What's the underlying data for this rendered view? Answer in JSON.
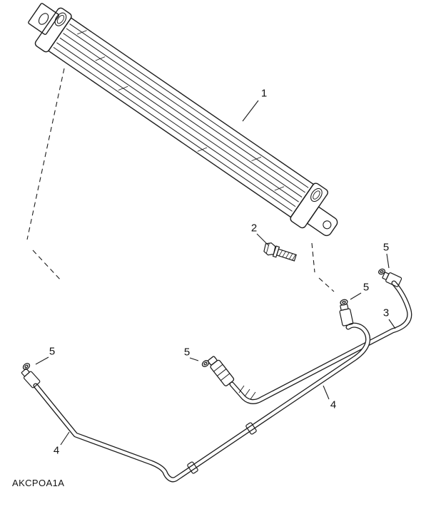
{
  "diagram": {
    "figure_code": "AKCPOA1A",
    "labels": [
      {
        "text": "1",
        "part": "oil-cooler"
      },
      {
        "text": "2",
        "part": "bolt"
      },
      {
        "text": "5",
        "part": "o-ring-top-right"
      },
      {
        "text": "5",
        "part": "o-ring-right"
      },
      {
        "text": "3",
        "part": "upper-pipe"
      },
      {
        "text": "5",
        "part": "o-ring-hose-end"
      },
      {
        "text": "5",
        "part": "o-ring-left"
      },
      {
        "text": "4",
        "part": "lower-pipe"
      },
      {
        "text": "4",
        "part": "lower-pipe"
      }
    ]
  }
}
